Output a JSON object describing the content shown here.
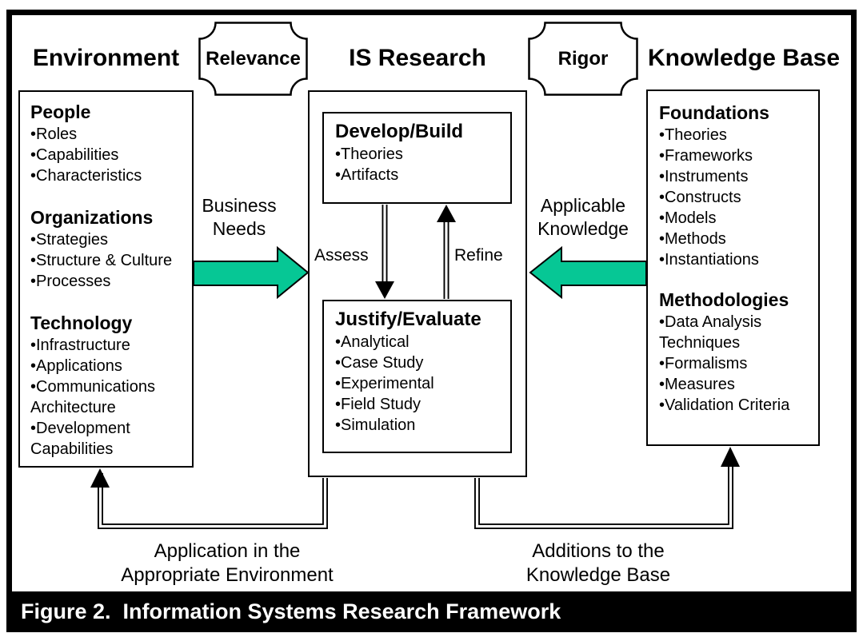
{
  "caption": "Figure 2.  Information Systems Research Framework",
  "badges": {
    "left": "Relevance",
    "right": "Rigor"
  },
  "environment": {
    "title": "Environment",
    "sections": [
      {
        "heading": "People",
        "lines": [
          "•Roles",
          "•Capabilities",
          "•Characteristics"
        ]
      },
      {
        "heading": "Organizations",
        "lines": [
          "•Strategies",
          "•Structure & Culture",
          "•Processes"
        ]
      },
      {
        "heading": "Technology",
        "lines": [
          "•Infrastructure",
          "•Applications",
          "•Communications",
          "Architecture",
          "•Development",
          "Capabilities"
        ]
      }
    ]
  },
  "is_research": {
    "title": "IS Research",
    "develop": {
      "heading": "Develop/Build",
      "lines": [
        "•Theories",
        "•Artifacts"
      ]
    },
    "justify": {
      "heading": "Justify/Evaluate",
      "lines": [
        "•Analytical",
        "•Case Study",
        "•Experimental",
        "•Field Study",
        "•Simulation"
      ]
    },
    "assess_label": "Assess",
    "refine_label": "Refine"
  },
  "knowledge_base": {
    "title": "Knowledge Base",
    "sections": [
      {
        "heading": "Foundations",
        "lines": [
          "•Theories",
          "•Frameworks",
          "•Instruments",
          "•Constructs",
          "•Models",
          "•Methods",
          "•Instantiations"
        ]
      },
      {
        "heading": "Methodologies",
        "lines": [
          "•Data Analysis",
          "Techniques",
          "•Formalisms",
          "•Measures",
          "•Validation Criteria"
        ]
      }
    ]
  },
  "flow_labels": {
    "business_needs": [
      "Business",
      "Needs"
    ],
    "applicable_knowledge": [
      "Applicable",
      "Knowledge"
    ],
    "application_env": [
      "Application in the",
      "Appropriate Environment"
    ],
    "additions_kb": [
      "Additions to the",
      "Knowledge Base"
    ]
  },
  "colors": {
    "arrow_green": "#06c795",
    "line_black": "#000000"
  }
}
